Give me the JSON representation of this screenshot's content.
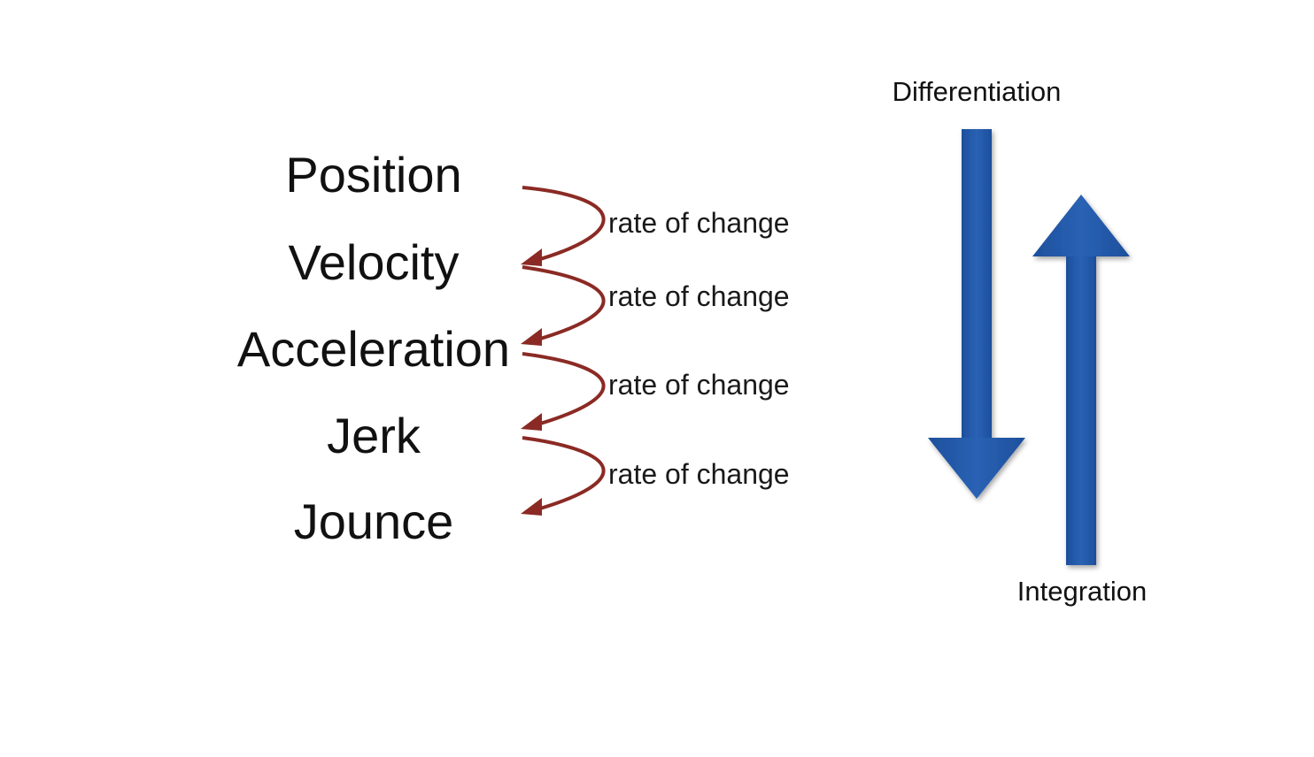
{
  "quantities": [
    "Position",
    "Velocity",
    "Acceleration",
    "Jerk",
    "Jounce"
  ],
  "rate_labels": [
    "rate of change",
    "rate of change",
    "rate of change",
    "rate of change"
  ],
  "differentiation_label": "Differentiation",
  "integration_label": "Integration",
  "colors": {
    "curve_arrow": "#8b2a24",
    "big_arrow": "#2057a6",
    "text": "#111111"
  }
}
